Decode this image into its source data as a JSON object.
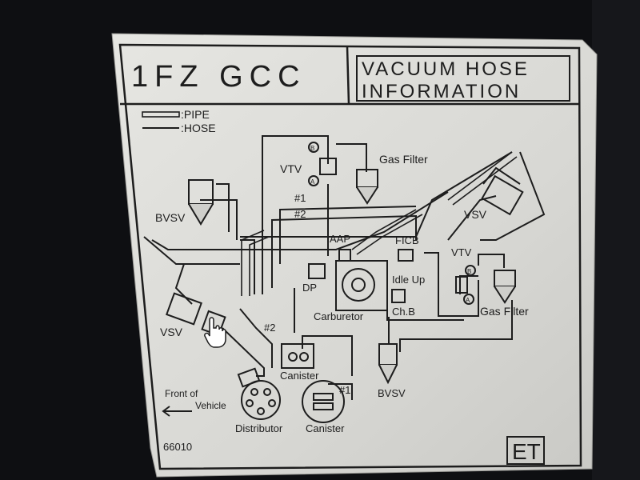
{
  "colors": {
    "background": "#0e0f12",
    "sticker": "#dcdcd8",
    "ink": "#1d1d1d"
  },
  "header": {
    "model": "1FZ  GCC",
    "title_line1": "VACUUM  HOSE",
    "title_line2": "INFORMATION"
  },
  "legend": {
    "pipe": ":PIPE",
    "hose": ":HOSE"
  },
  "labels": {
    "vtv_top": "VTV",
    "gas_filter_top": "Gas Filter",
    "bvsv_left": "BVSV",
    "vsv_right": "VSV",
    "aap": "AAP",
    "ficb": "FICB",
    "vtv_right": "VTV",
    "dp": "DP",
    "idle_up": "Idle Up",
    "carburetor": "Carburetor",
    "chb": "Ch.B",
    "gas_filter_right": "Gas Filter",
    "vsv_left": "VSV",
    "port_2": "#2",
    "canister_upper": "Canister",
    "front_of_vehicle_1": "Front of",
    "front_of_vehicle_2": "Vehicle",
    "bvsv_bottom": "BVSV",
    "port_1_bottom": "#1",
    "distributor": "Distributor",
    "canister_lower": "Canister",
    "part_number": "66010",
    "code": "ET",
    "hash1": "#1",
    "hash2": "#2",
    "port_a_top": "A",
    "port_b_top": "B",
    "port_a_right": "A",
    "port_b_right": "B"
  },
  "icons": [
    "hand-cursor-icon",
    "arrow-left-icon"
  ]
}
